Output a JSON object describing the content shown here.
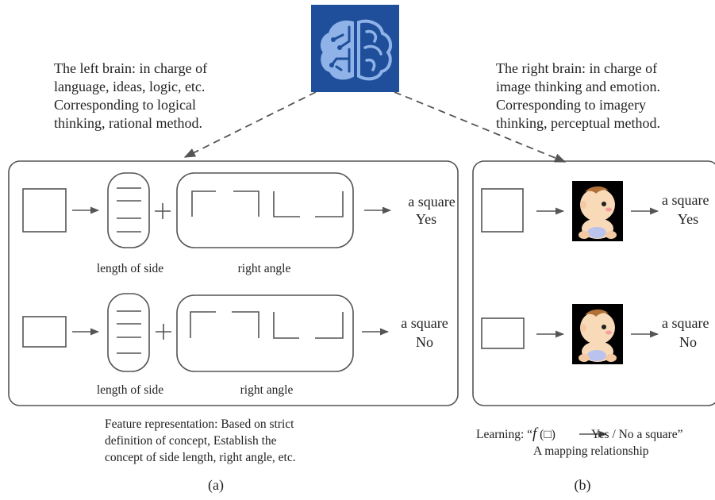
{
  "left_brain": {
    "lines": [
      "The left brain: in charge of",
      "language, ideas, logic, etc.",
      "Corresponding to logical",
      "thinking, rational method."
    ]
  },
  "right_brain": {
    "lines": [
      "The right brain: in charge of",
      "image thinking and emotion.",
      "Corresponding to imagery",
      "thinking, perceptual method."
    ]
  },
  "panel_a": {
    "rows": [
      {
        "result_line1": "a square",
        "result_line2": "Yes",
        "side_label": "length of side",
        "angle_label": "right angle"
      },
      {
        "result_line1": "a square",
        "result_line2": "No",
        "side_label": "length of side",
        "angle_label": "right angle"
      }
    ],
    "caption": [
      "Feature representation: Based on strict",
      "definition of concept, Establish the",
      "concept of side length, right angle, etc."
    ],
    "tag": "(a)"
  },
  "panel_b": {
    "rows": [
      {
        "result_line1": "a square",
        "result_line2": "Yes"
      },
      {
        "result_line1": "a square",
        "result_line2": "No"
      }
    ],
    "learning": {
      "prefix": "Learning:  “",
      "func": "f",
      "arg": " (□) ",
      "suffix": " Yes / No a square”"
    },
    "mapping": "A mapping relationship",
    "tag": "(b)"
  },
  "colors": {
    "brain_bg": "#1f4e9a",
    "brain_fg": "#8fb3e8",
    "stroke": "#555555"
  },
  "icons": [
    "brain-icon",
    "baby-icon"
  ]
}
